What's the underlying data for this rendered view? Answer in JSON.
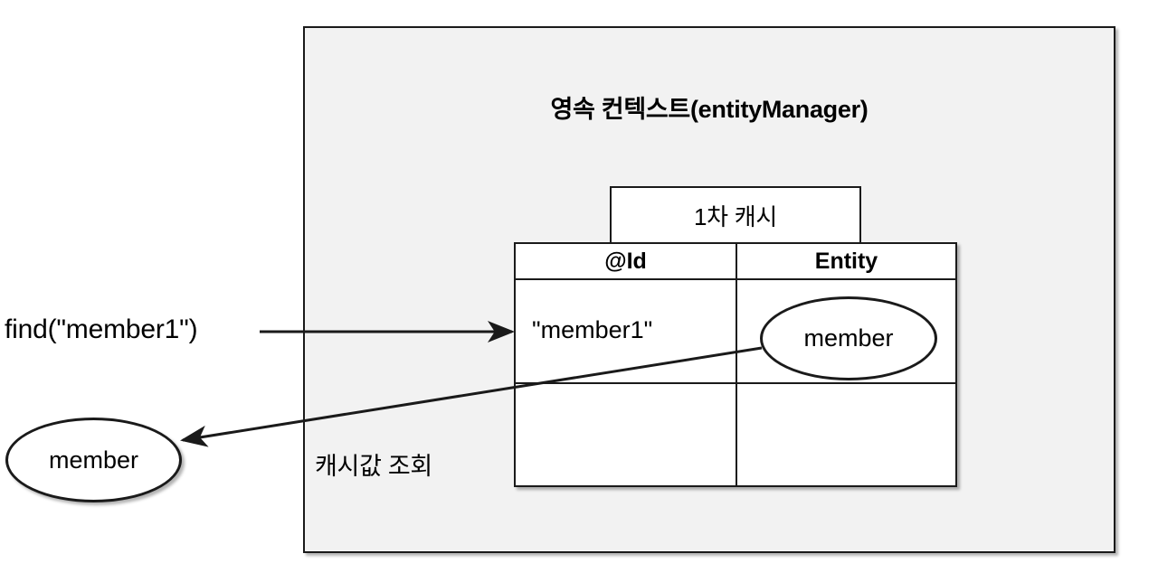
{
  "diagram": {
    "title": "영속 컨텍스트(entityManager)",
    "context_box": {
      "label": "영속 컨텍스트(entityManager)",
      "background_color": "#f2f2f2",
      "border_color": "#1a1a1a"
    },
    "cache": {
      "tab_label": "1차 캐시",
      "columns": [
        "@Id",
        "Entity"
      ],
      "rows": [
        {
          "id": "\"member1\"",
          "entity": "member"
        },
        {
          "id": "",
          "entity": ""
        }
      ]
    },
    "entities": {
      "cached_entity_label": "member",
      "returned_entity_label": "member"
    },
    "arrows": [
      {
        "name": "find-call-arrow",
        "label": "find(\"member1\")",
        "direction": "right",
        "from": "caller",
        "to": "first-level-cache"
      },
      {
        "name": "cache-lookup-arrow",
        "label": "캐시값 조회",
        "direction": "left",
        "from": "cached-entity",
        "to": "returned-entity"
      }
    ],
    "labels": {
      "find_call": "find(\"member1\")",
      "cache_lookup": "캐시값 조회"
    }
  }
}
